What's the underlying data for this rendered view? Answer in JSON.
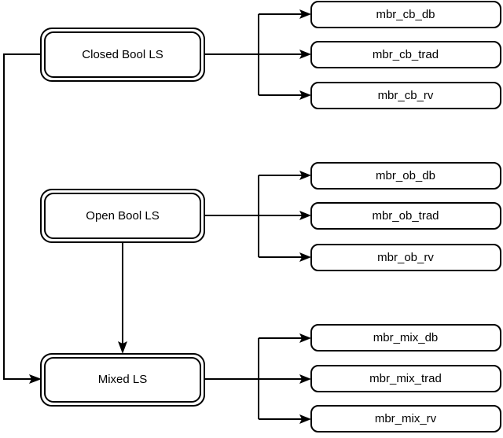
{
  "diagram": {
    "type": "flowchart",
    "orientation": "left-to-right",
    "background_color": "#ffffff",
    "line_color": "#000000",
    "node_fill": "#ffffff",
    "groups": [
      {
        "id": "closed-bool-ls",
        "source": {
          "label": "Closed Bool LS",
          "shape": "double-rounded-rect"
        },
        "targets": [
          {
            "label": "mbr_cb_db",
            "shape": "rounded-rect"
          },
          {
            "label": "mbr_cb_trad",
            "shape": "rounded-rect"
          },
          {
            "label": "mbr_cb_rv",
            "shape": "rounded-rect"
          }
        ]
      },
      {
        "id": "open-bool-ls",
        "source": {
          "label": "Open Bool LS",
          "shape": "double-rounded-rect"
        },
        "targets": [
          {
            "label": "mbr_ob_db",
            "shape": "rounded-rect"
          },
          {
            "label": "mbr_ob_trad",
            "shape": "rounded-rect"
          },
          {
            "label": "mbr_ob_rv",
            "shape": "rounded-rect"
          }
        ]
      },
      {
        "id": "mixed-ls",
        "source": {
          "label": "Mixed LS",
          "shape": "double-rounded-rect"
        },
        "targets": [
          {
            "label": "mbr_mix_db",
            "shape": "rounded-rect"
          },
          {
            "label": "mbr_mix_trad",
            "shape": "rounded-rect"
          },
          {
            "label": "mbr_mix_rv",
            "shape": "rounded-rect"
          }
        ]
      }
    ],
    "connections": [
      {
        "from": "Closed Bool LS",
        "to": "Mixed LS",
        "style": "orthogonal-left-route",
        "arrow": true
      },
      {
        "from": "Open Bool LS",
        "to": "Mixed LS",
        "style": "vertical-down",
        "arrow": true
      }
    ]
  }
}
